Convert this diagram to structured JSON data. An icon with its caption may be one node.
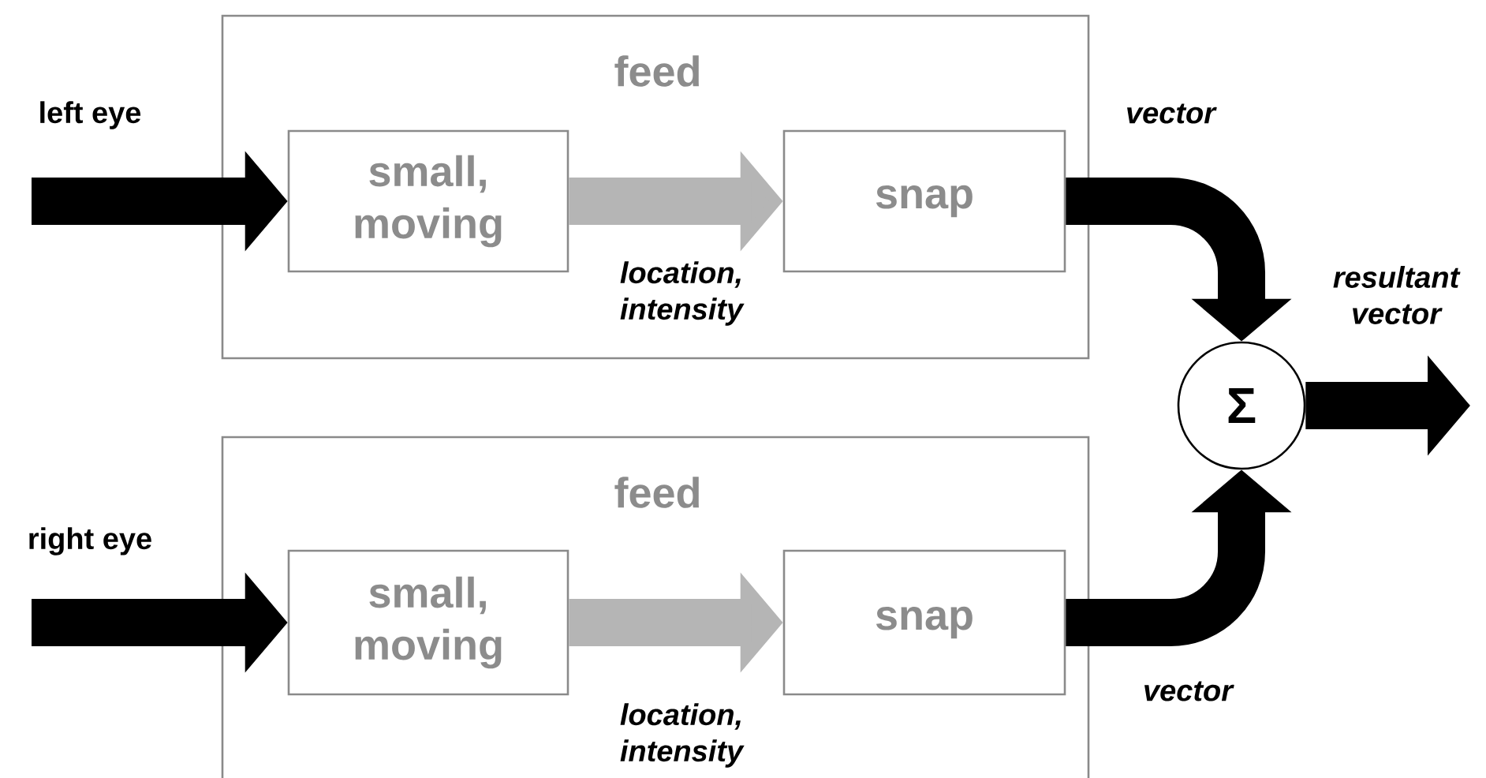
{
  "diagram": {
    "nodes": [
      {
        "text": [
          "feed"
        ]
      },
      {
        "text": [
          "small, moving"
        ],
        "in": 0
      },
      {
        "text": [
          "snap"
        ],
        "in": 0
      },
      {
        "text": [
          "feed"
        ]
      },
      {
        "text": [
          "small, moving"
        ],
        "in": 3
      },
      {
        "text": [
          "snap"
        ],
        "in": 3
      },
      {
        "text": [
          "Σ"
        ]
      }
    ],
    "edges": [
      {
        "from": null,
        "to": 1,
        "arrow": "to",
        "label": "left eye"
      },
      {
        "from": 1,
        "to": 2,
        "arrow": "to",
        "label": "location, intensity",
        "color": "#b5b5b5"
      },
      {
        "from": 2,
        "to": 6,
        "arrow": "to",
        "label": "vector"
      },
      {
        "from": null,
        "to": 4,
        "arrow": "to",
        "label": "right eye"
      },
      {
        "from": 4,
        "to": 5,
        "arrow": "to",
        "label": "location, intensity",
        "color": "#b5b5b5"
      },
      {
        "from": 5,
        "to": 6,
        "arrow": "to",
        "label": "vector"
      },
      {
        "from": 6,
        "to": null,
        "arrow": "to",
        "label": "resultant vector"
      }
    ]
  }
}
